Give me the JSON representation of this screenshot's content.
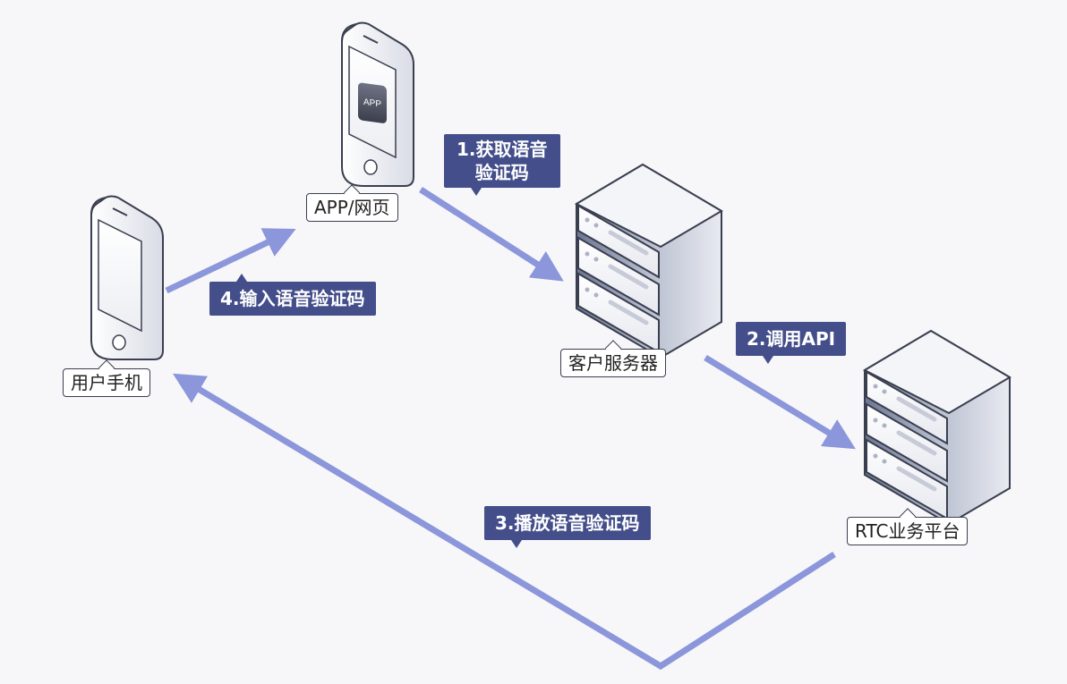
{
  "nodes": {
    "user_phone": "用户手机",
    "app_web": "APP/网页",
    "app_icon_text": "APP",
    "customer_server": "客户服务器",
    "rtc_platform": "RTC业务平台"
  },
  "steps": {
    "step1_line1": "1.获取语音",
    "step1_line2": "验证码",
    "step2": "2.调用API",
    "step3": "3.播放语音验证码",
    "step4": "4.输入语音验证码"
  },
  "colors": {
    "arrow": "#8b96db",
    "label_bg": "#434e8a"
  }
}
